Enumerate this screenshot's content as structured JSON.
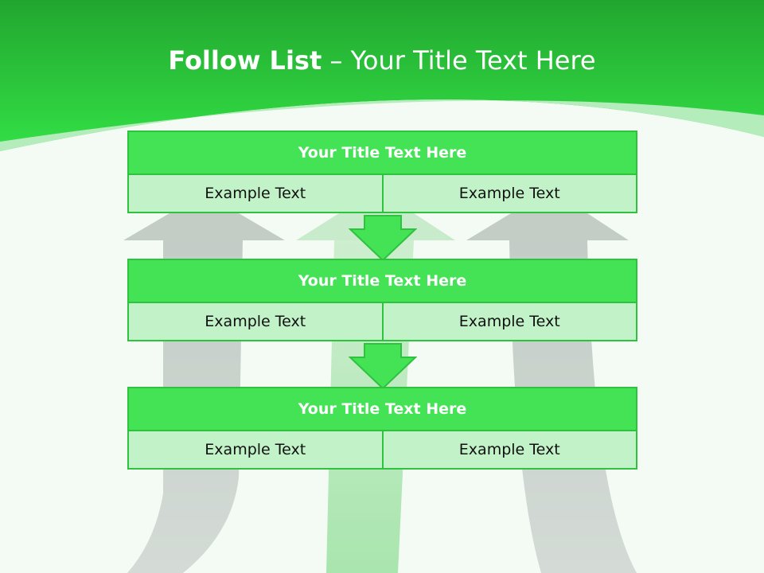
{
  "slide": {
    "title_bold": "Follow List",
    "title_rest": "– Your Title Text Here"
  },
  "blocks": [
    {
      "title": "Your Title Text Here",
      "left": "Example Text",
      "right": "Example Text"
    },
    {
      "title": "Your Title Text Here",
      "left": "Example Text",
      "right": "Example Text"
    },
    {
      "title": "Your Title Text Here",
      "left": "Example Text",
      "right": "Example Text"
    }
  ],
  "colors": {
    "header_green": "#2fdc41",
    "block_title_green": "#43e355",
    "cell_green": "#c2f2c7",
    "border_green": "#2fc23f",
    "gray_arrow": "#c5cdc7",
    "light_green_arrow": "#aee6b2"
  },
  "icons": [
    "down-arrow-icon",
    "up-arrow-graphic"
  ]
}
